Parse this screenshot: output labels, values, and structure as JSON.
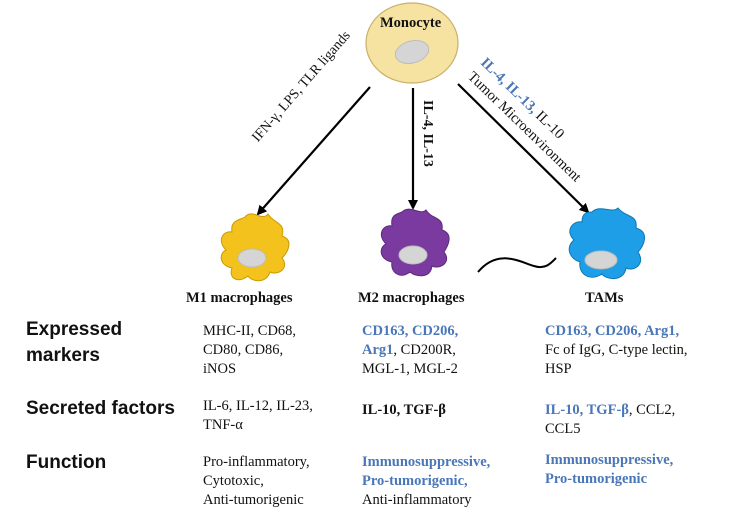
{
  "colors": {
    "monocyte": "#f7e3a1",
    "m1": "#f4c21c",
    "m2": "#7a3aa0",
    "tam": "#1e9ee6",
    "nucleus": "#d5d5d5",
    "highlight": "#4a77b8"
  },
  "nodes": {
    "monocyte": "Monocyte",
    "m1": "M1 macrophages",
    "m2": "M2 macrophages",
    "tam": "TAMs"
  },
  "arrows": {
    "m1": "IFN-γ, LPS, TLR ligands",
    "m2": "IL-4, IL-13",
    "tam_blue": "IL-4, IL-13,",
    "tam_black": " IL-10",
    "tam_line2": "Tumor Microenvironment"
  },
  "rows": {
    "markers": [
      "Expressed",
      "markers"
    ],
    "secreted": "Secreted factors",
    "function": "Function"
  },
  "cells": {
    "m1_markers": [
      "MHC-II, CD68,",
      "CD80, CD86,",
      "iNOS"
    ],
    "m2_markers_blue1": "CD163, CD206,",
    "m2_markers_blue2": "Arg1",
    "m2_markers_black2": ", CD200R,",
    "m2_markers_line3": "MGL-1, MGL-2",
    "tam_markers_blue1": "CD163, CD206, Arg1,",
    "tam_markers_line2": "Fc of IgG, C-type lectin,",
    "tam_markers_line3": "HSP",
    "m1_secreted": [
      "IL-6, IL-12, IL-23,",
      "TNF-α"
    ],
    "m2_secreted": "IL-10, TGF-β",
    "tam_secreted_blue": "IL-10, TGF-β",
    "tam_secreted_black": ", CCL2,",
    "tam_secreted_line2": "CCL5",
    "m1_function": [
      "Pro-inflammatory,",
      "Cytotoxic,",
      "Anti-tumorigenic"
    ],
    "m2_function_blue1": "Immunosuppressive,",
    "m2_function_blue2": "Pro-tumorigenic,",
    "m2_function_line3": "Anti-inflammatory",
    "tam_function_blue1": "Immunosuppressive,",
    "tam_function_blue2": "Pro-tumorigenic"
  }
}
